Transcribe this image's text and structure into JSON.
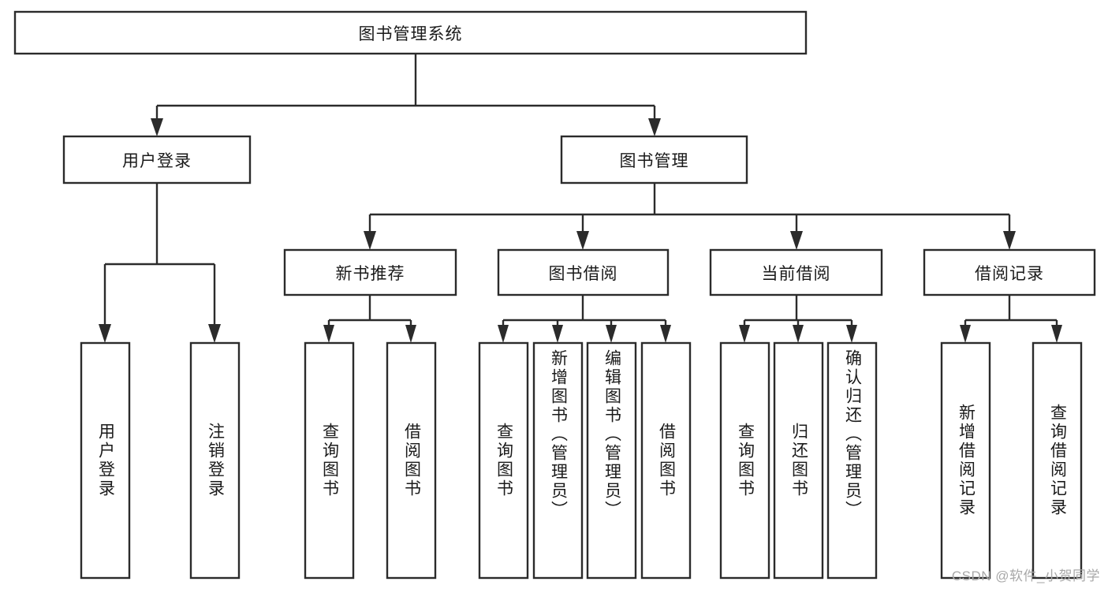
{
  "diagram": {
    "type": "tree-hierarchy-chart",
    "title": "图书管理系统",
    "root": {
      "label": "图书管理系统"
    },
    "level2": [
      {
        "label": "用户登录"
      },
      {
        "label": "图书管理"
      }
    ],
    "level3": [
      {
        "label": "新书推荐"
      },
      {
        "label": "图书借阅"
      },
      {
        "label": "当前借阅"
      },
      {
        "label": "借阅记录"
      }
    ],
    "leaves": {
      "user_login": [
        {
          "label": "用户登录"
        },
        {
          "label": "注销登录"
        }
      ],
      "new_book_recommend": [
        {
          "label": "查询图书"
        },
        {
          "label": "借阅图书"
        }
      ],
      "book_borrow": [
        {
          "label": "查询图书"
        },
        {
          "label": "新增图书（管理员）"
        },
        {
          "label": "编辑图书（管理员）"
        },
        {
          "label": "借阅图书"
        }
      ],
      "current_borrow": [
        {
          "label": "查询图书"
        },
        {
          "label": "归还图书"
        },
        {
          "label": "确认归还（管理员）"
        }
      ],
      "borrow_record": [
        {
          "label": "新增借阅记录"
        },
        {
          "label": "查询借阅记录"
        }
      ]
    },
    "watermark": "CSDN @软件_小贺同学",
    "colors": {
      "box_stroke": "#2b2b2b",
      "box_fill": "#ffffff",
      "text": "#1a1a1a",
      "watermark": "#a8a8a8",
      "background": "#ffffff"
    }
  }
}
